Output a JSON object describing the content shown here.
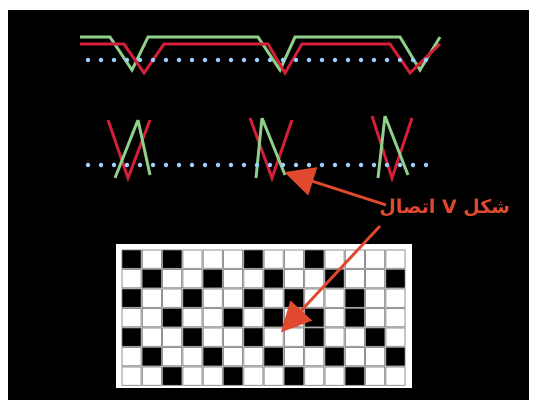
{
  "annotation": {
    "label": "شکل V اتصال"
  },
  "colors": {
    "panel_background": "#000000",
    "page_background": "#ffffff",
    "red_thread": "#d41e3a",
    "green_thread": "#8fd18a",
    "intersection_dot": "#ffffff",
    "pick_dot": "#9fd0ff",
    "label_and_arrow": "#e0492e",
    "grid_filled": "#000000",
    "grid_empty": "#ffffff",
    "grid_line": "#777777",
    "grid_frame": "#ffffff"
  },
  "weave_grid": {
    "rows": 7,
    "cols": 14,
    "cells": [
      [
        1,
        0,
        1,
        0,
        0,
        0,
        1,
        0,
        0,
        1,
        0,
        0,
        0,
        0
      ],
      [
        0,
        1,
        0,
        0,
        1,
        0,
        0,
        1,
        0,
        0,
        1,
        0,
        0,
        1
      ],
      [
        1,
        0,
        0,
        1,
        0,
        0,
        1,
        0,
        1,
        0,
        0,
        1,
        0,
        0
      ],
      [
        0,
        0,
        1,
        0,
        0,
        1,
        0,
        1,
        0,
        1,
        0,
        1,
        0,
        0
      ],
      [
        1,
        0,
        0,
        1,
        0,
        0,
        1,
        0,
        0,
        1,
        0,
        0,
        1,
        0
      ],
      [
        0,
        1,
        0,
        0,
        1,
        0,
        0,
        1,
        0,
        0,
        1,
        0,
        0,
        1
      ],
      [
        0,
        0,
        1,
        0,
        0,
        1,
        0,
        0,
        1,
        0,
        0,
        1,
        0,
        0
      ]
    ]
  }
}
